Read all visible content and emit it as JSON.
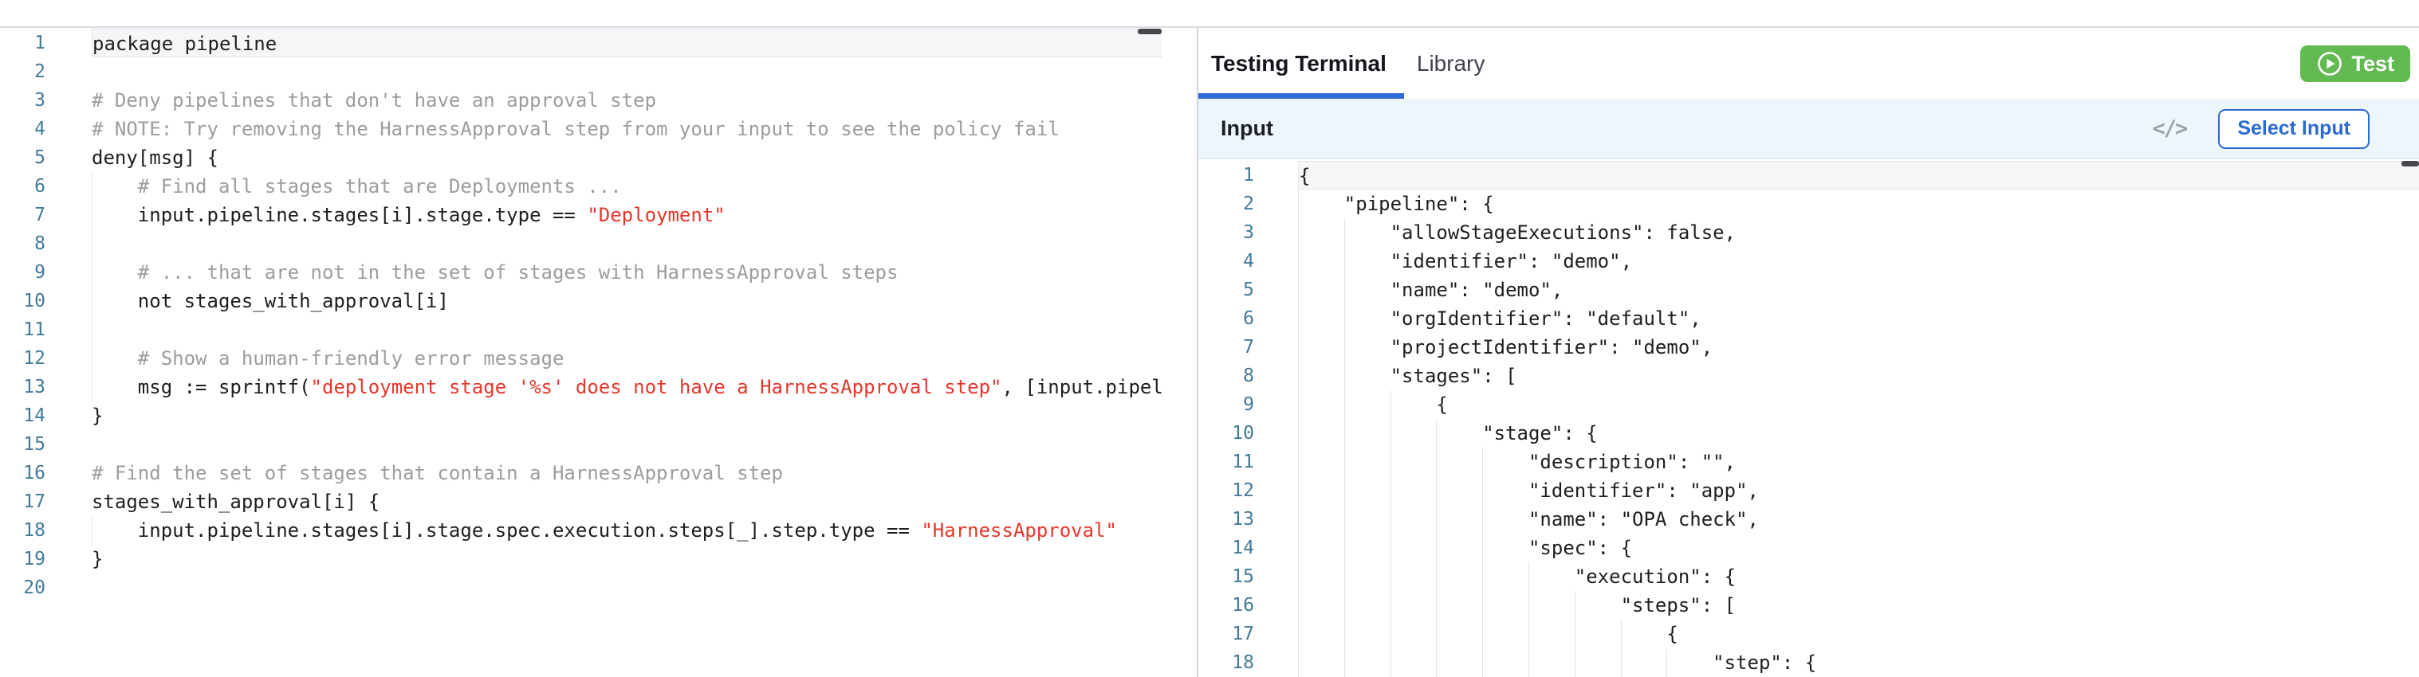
{
  "colors": {
    "accent_blue": "#2e6bd4",
    "select_button_blue": "#2b6ace",
    "test_green": "#63ba52",
    "line_number_blue": "#437a99",
    "comment_gray": "#9d9d9d",
    "string_red": "#e5372b",
    "input_bar_bg": "#edf6fd",
    "current_line_bg": "#f6f6f8"
  },
  "left_editor": {
    "lines": [
      {
        "n": 1,
        "hl": true,
        "g": 0,
        "t": [
          [
            "p",
            "package pipeline"
          ]
        ]
      },
      {
        "n": 2,
        "g": 0,
        "t": []
      },
      {
        "n": 3,
        "g": 0,
        "t": [
          [
            "c",
            "# Deny pipelines that don't have an approval step"
          ]
        ]
      },
      {
        "n": 4,
        "g": 0,
        "t": [
          [
            "c",
            "# NOTE: Try removing the HarnessApproval step from your input to see the policy fail"
          ]
        ]
      },
      {
        "n": 5,
        "g": 0,
        "t": [
          [
            "p",
            "deny[msg] {"
          ]
        ]
      },
      {
        "n": 6,
        "g": 1,
        "t": [
          [
            "c",
            "    # Find all stages that are Deployments ..."
          ]
        ]
      },
      {
        "n": 7,
        "g": 1,
        "t": [
          [
            "p",
            "    input.pipeline.stages[i].stage.type == "
          ],
          [
            "s",
            "\"Deployment\""
          ]
        ]
      },
      {
        "n": 8,
        "g": 1,
        "t": []
      },
      {
        "n": 9,
        "g": 1,
        "t": [
          [
            "c",
            "    # ... that are not in the set of stages with HarnessApproval steps"
          ]
        ]
      },
      {
        "n": 10,
        "g": 1,
        "t": [
          [
            "p",
            "    not stages_with_approval[i]"
          ]
        ]
      },
      {
        "n": 11,
        "g": 1,
        "t": []
      },
      {
        "n": 12,
        "g": 1,
        "t": [
          [
            "c",
            "    # Show a human-friendly error message"
          ]
        ]
      },
      {
        "n": 13,
        "g": 1,
        "t": [
          [
            "p",
            "    msg := sprintf("
          ],
          [
            "s",
            "\"deployment stage '%s' does not have a HarnessApproval step\""
          ],
          [
            "p",
            ", [input.pipel"
          ]
        ]
      },
      {
        "n": 14,
        "g": 0,
        "t": [
          [
            "p",
            "}"
          ]
        ]
      },
      {
        "n": 15,
        "g": 0,
        "t": []
      },
      {
        "n": 16,
        "g": 0,
        "t": [
          [
            "c",
            "# Find the set of stages that contain a HarnessApproval step"
          ]
        ]
      },
      {
        "n": 17,
        "g": 0,
        "t": [
          [
            "p",
            "stages_with_approval[i] {"
          ]
        ]
      },
      {
        "n": 18,
        "g": 1,
        "t": [
          [
            "p",
            "    input.pipeline.stages[i].stage.spec.execution.steps[_].step.type == "
          ],
          [
            "s",
            "\"HarnessApproval\""
          ]
        ]
      },
      {
        "n": 19,
        "g": 0,
        "t": [
          [
            "p",
            "}"
          ]
        ]
      },
      {
        "n": 20,
        "g": 0,
        "t": []
      }
    ]
  },
  "right_panel": {
    "tabs": {
      "active_label": "Testing Terminal",
      "inactive_label": "Library"
    },
    "test_button_label": "Test",
    "input_bar": {
      "label": "Input",
      "code_icon_glyph": "</>",
      "select_button_label": "Select Input"
    },
    "input_editor": {
      "lines": [
        {
          "n": 1,
          "hl": true,
          "g": 0,
          "t": [
            [
              "p",
              "{"
            ]
          ]
        },
        {
          "n": 2,
          "g": 1,
          "t": [
            [
              "p",
              "    \"pipeline\": {"
            ]
          ]
        },
        {
          "n": 3,
          "g": 2,
          "t": [
            [
              "p",
              "        \"allowStageExecutions\": false,"
            ]
          ]
        },
        {
          "n": 4,
          "g": 2,
          "t": [
            [
              "p",
              "        \"identifier\": \"demo\","
            ]
          ]
        },
        {
          "n": 5,
          "g": 2,
          "t": [
            [
              "p",
              "        \"name\": \"demo\","
            ]
          ]
        },
        {
          "n": 6,
          "g": 2,
          "t": [
            [
              "p",
              "        \"orgIdentifier\": \"default\","
            ]
          ]
        },
        {
          "n": 7,
          "g": 2,
          "t": [
            [
              "p",
              "        \"projectIdentifier\": \"demo\","
            ]
          ]
        },
        {
          "n": 8,
          "g": 2,
          "t": [
            [
              "p",
              "        \"stages\": ["
            ]
          ]
        },
        {
          "n": 9,
          "g": 3,
          "t": [
            [
              "p",
              "            {"
            ]
          ]
        },
        {
          "n": 10,
          "g": 4,
          "t": [
            [
              "p",
              "                \"stage\": {"
            ]
          ]
        },
        {
          "n": 11,
          "g": 5,
          "t": [
            [
              "p",
              "                    \"description\": \"\","
            ]
          ]
        },
        {
          "n": 12,
          "g": 5,
          "t": [
            [
              "p",
              "                    \"identifier\": \"app\","
            ]
          ]
        },
        {
          "n": 13,
          "g": 5,
          "t": [
            [
              "p",
              "                    \"name\": \"OPA check\","
            ]
          ]
        },
        {
          "n": 14,
          "g": 5,
          "t": [
            [
              "p",
              "                    \"spec\": {"
            ]
          ]
        },
        {
          "n": 15,
          "g": 6,
          "t": [
            [
              "p",
              "                        \"execution\": {"
            ]
          ]
        },
        {
          "n": 16,
          "g": 7,
          "t": [
            [
              "p",
              "                            \"steps\": ["
            ]
          ]
        },
        {
          "n": 17,
          "g": 8,
          "t": [
            [
              "p",
              "                                {"
            ]
          ]
        },
        {
          "n": 18,
          "g": 9,
          "t": [
            [
              "p",
              "                                    \"step\": {"
            ]
          ]
        }
      ]
    }
  }
}
